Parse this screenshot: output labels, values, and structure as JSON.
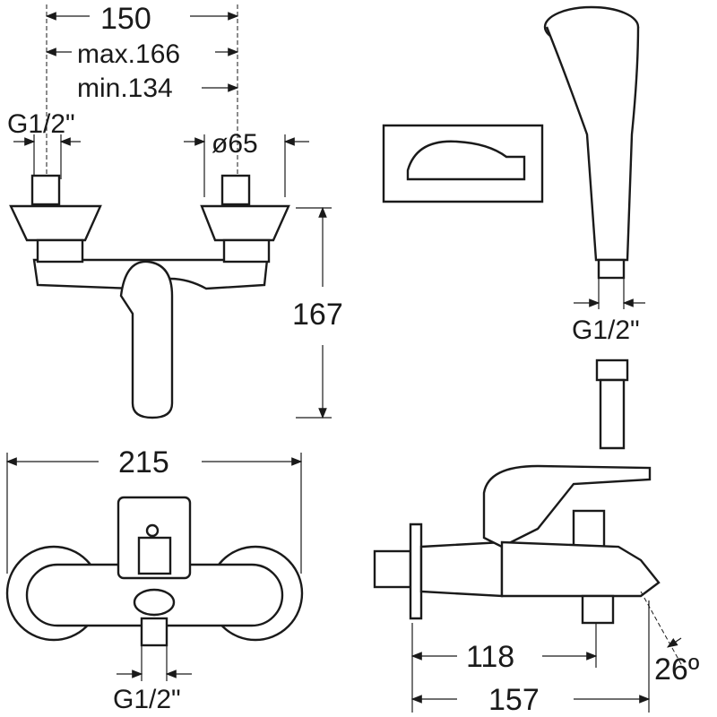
{
  "dimensions": {
    "width_150": "150",
    "max_166": "max.166",
    "min_134": "min.134",
    "thread_top_left": "G1/2\"",
    "diameter_65": "ø65",
    "height_167": "167",
    "width_215": "215",
    "thread_bottom": "G1/2\"",
    "thread_handshower": "G1/2\"",
    "depth_118": "118",
    "depth_157": "157",
    "angle_26": "26º"
  },
  "colors": {
    "line": "#1a1a1a",
    "background": "#ffffff"
  }
}
